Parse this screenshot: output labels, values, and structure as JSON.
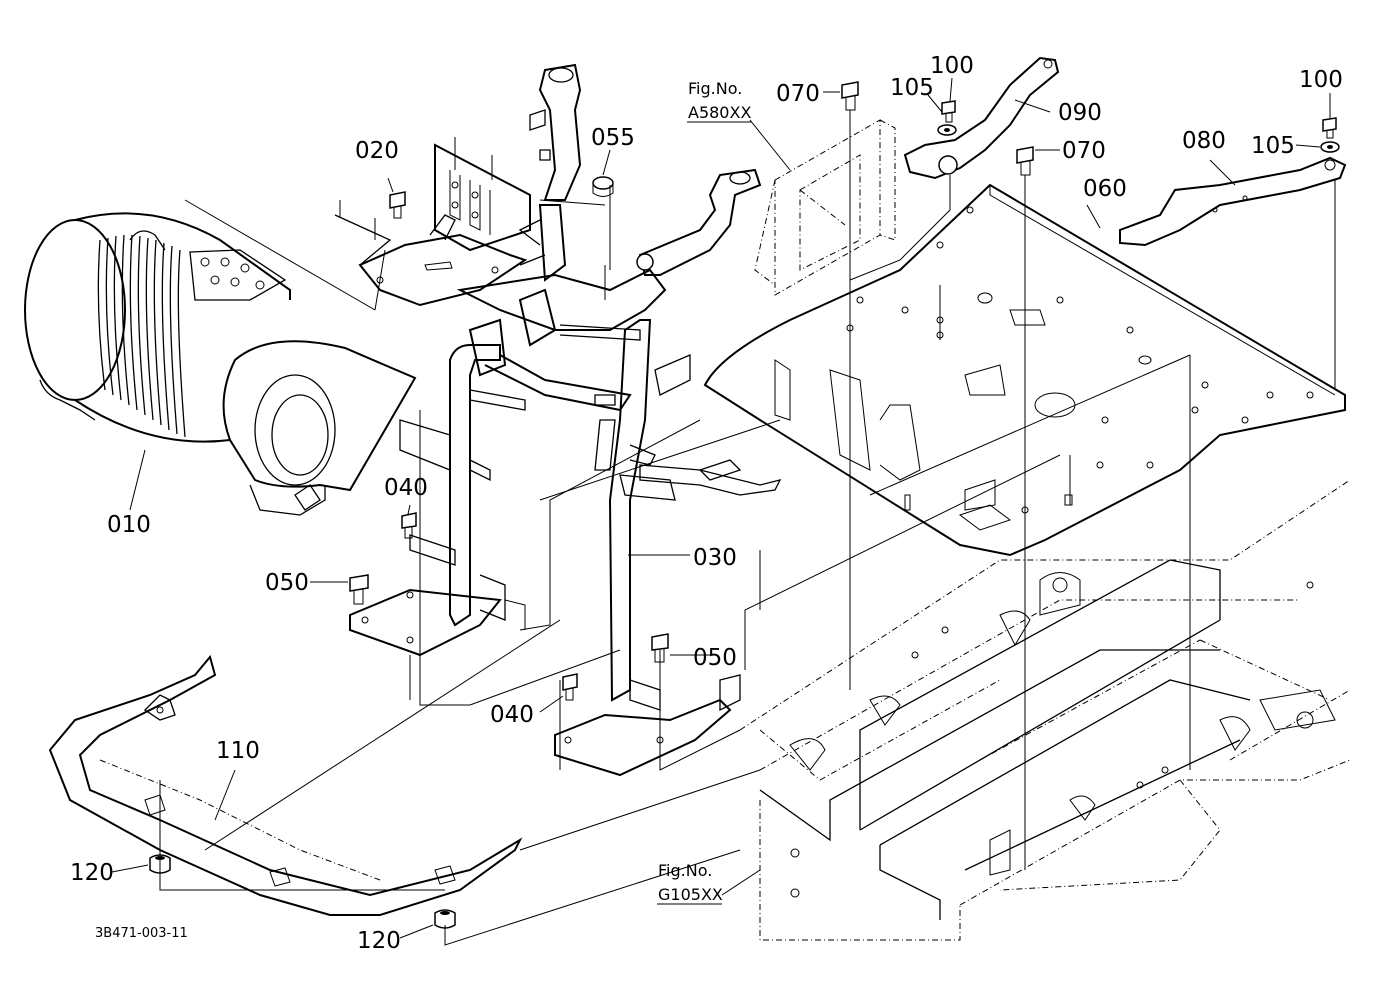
{
  "parts": {
    "p010": "010",
    "p020": "020",
    "p030": "030",
    "p040a": "040",
    "p040b": "040",
    "p050a": "050",
    "p050b": "050",
    "p055": "055",
    "p060": "060",
    "p070a": "070",
    "p070b": "070",
    "p080": "080",
    "p090": "090",
    "p100a": "100",
    "p100b": "100",
    "p105a": "105",
    "p105b": "105",
    "p110": "110",
    "p120a": "120",
    "p120b": "120"
  },
  "refs": {
    "a580_label": "Fig.No.",
    "a580_code": "A580XX",
    "g105_label": "Fig.No.",
    "g105_code": "G105XX"
  },
  "drawing_code": "3B471-003-11"
}
